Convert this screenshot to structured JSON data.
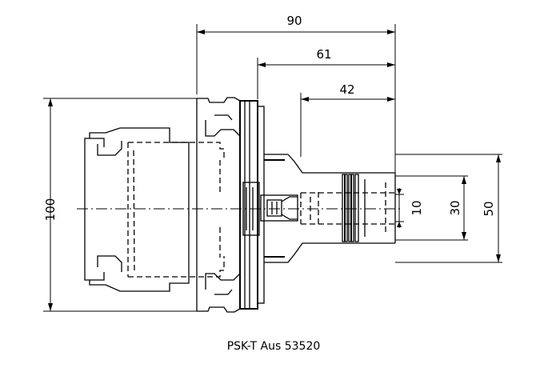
{
  "dimensions": {
    "overall_length": "90",
    "length_61": "61",
    "length_42": "42",
    "flange_diameter": "100",
    "diameter_10": "10",
    "diameter_30": "30",
    "diameter_50": "50"
  },
  "caption": "PSK-T Aus 53520"
}
